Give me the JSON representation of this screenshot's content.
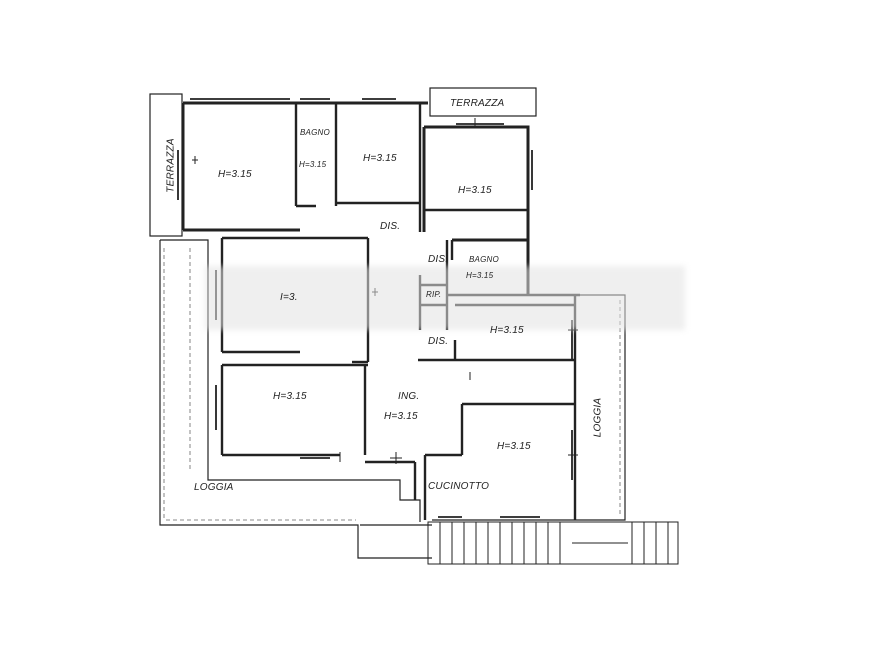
{
  "plan": {
    "labels": {
      "terrazza_left": "TERRAZZA",
      "terrazza_top": "TERRAZZA",
      "room1_h": "H=3.15",
      "bagno1": "BAGNO",
      "bagno1_h": "H=3.15",
      "room2_h": "H=3.15",
      "room3_h": "H=3.15",
      "dis1": "DIS.",
      "dis2": "DIS.",
      "bagno2": "BAGNO",
      "bagno2_h": "H=3.15",
      "rip": "RIP.",
      "big_room_h": "I=3.",
      "room_east_h": "H=3.15",
      "dis3": "DIS.",
      "room_sw_h": "H=3.15",
      "ing": "ING.",
      "ing_h": "H=3.15",
      "loggia_right": "LOGGIA",
      "kitchen_h": "H=3.15",
      "loggia_left": "LOGGIA",
      "cucinotto": "CUCINOTTO"
    }
  }
}
